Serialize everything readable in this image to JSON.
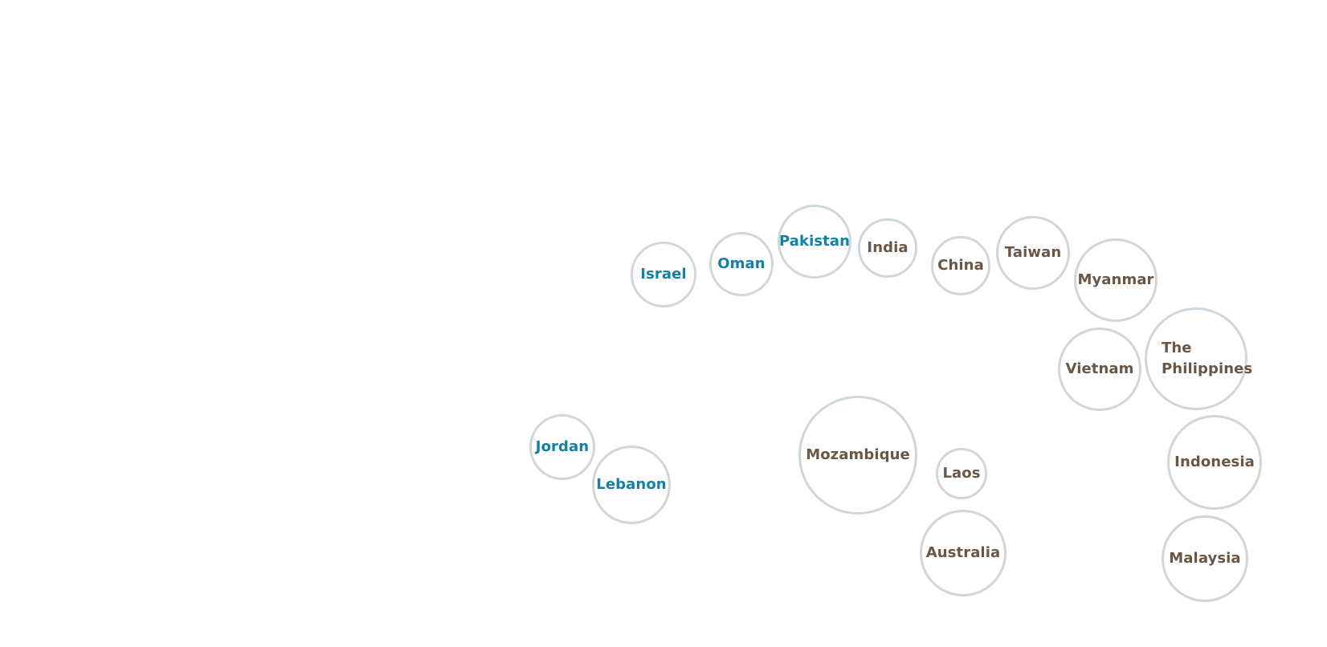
{
  "colors": {
    "bubble_border": "#cfd7db",
    "group_blue": "#1380a4",
    "group_brown": "#6b5645"
  },
  "bubbles": [
    {
      "name": "israel",
      "label": "Israel",
      "group": "blue"
    },
    {
      "name": "oman",
      "label": "Oman",
      "group": "blue"
    },
    {
      "name": "pakistan",
      "label": "Pakistan",
      "group": "blue"
    },
    {
      "name": "india",
      "label": "India",
      "group": "brown"
    },
    {
      "name": "china",
      "label": "China",
      "group": "brown"
    },
    {
      "name": "taiwan",
      "label": "Taiwan",
      "group": "brown"
    },
    {
      "name": "myanmar",
      "label": "Myanmar",
      "group": "brown"
    },
    {
      "name": "vietnam",
      "label": "Vietnam",
      "group": "brown"
    },
    {
      "name": "the-philippines",
      "label": "The Philippines",
      "group": "brown"
    },
    {
      "name": "jordan",
      "label": "Jordan",
      "group": "blue"
    },
    {
      "name": "lebanon",
      "label": "Lebanon",
      "group": "blue"
    },
    {
      "name": "mozambique",
      "label": "Mozambique",
      "group": "brown"
    },
    {
      "name": "laos",
      "label": "Laos",
      "group": "brown"
    },
    {
      "name": "indonesia",
      "label": "Indonesia",
      "group": "brown"
    },
    {
      "name": "australia",
      "label": "Australia",
      "group": "brown"
    },
    {
      "name": "malaysia",
      "label": "Malaysia",
      "group": "brown"
    }
  ]
}
